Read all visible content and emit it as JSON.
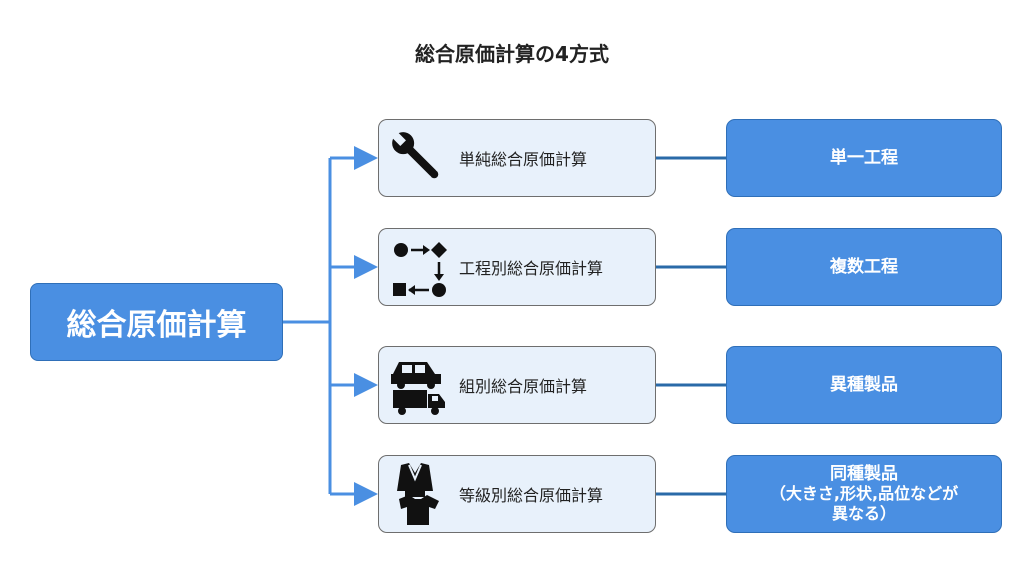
{
  "title": "総合原価計算の4方式",
  "root": {
    "label": "総合原価計算"
  },
  "methods": [
    {
      "label": "単純総合原価計算",
      "icon": "wrench-icon"
    },
    {
      "label": "工程別総合原価計算",
      "icon": "process-flow-icon"
    },
    {
      "label": "組別総合原価計算",
      "icon": "vehicles-icon"
    },
    {
      "label": "等級別総合原価計算",
      "icon": "clothing-icon"
    }
  ],
  "characteristics": [
    {
      "line1": "単一工程",
      "line2": "",
      "line3": ""
    },
    {
      "line1": "複数工程",
      "line2": "",
      "line3": ""
    },
    {
      "line1": "異種製品",
      "line2": "",
      "line3": ""
    },
    {
      "line1": "同種製品",
      "line2": "（大きさ,形状,品位などが",
      "line3": "異なる）"
    }
  ],
  "colors": {
    "accent": "#4a8fe2",
    "method_fill": "#e8f1fb",
    "connector": "#4a8fe2",
    "link": "#2a6aa8"
  }
}
